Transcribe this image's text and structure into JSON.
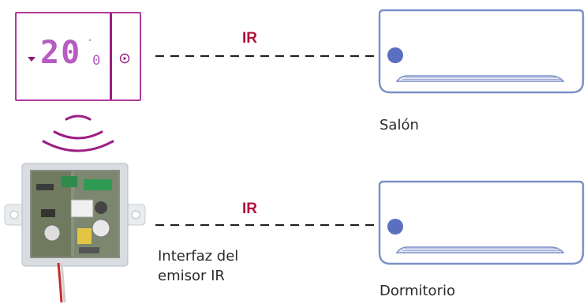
{
  "thermostat": {
    "temperature": "20",
    "decimal": "0",
    "unit": "°"
  },
  "links": [
    {
      "label": "IR"
    },
    {
      "label": "IR"
    }
  ],
  "rooms": [
    {
      "name": "Salón"
    },
    {
      "name": "Dormitorio"
    }
  ],
  "interface": {
    "label_line1": "Interfaz del",
    "label_line2": "emisor IR"
  },
  "colors": {
    "accent": "#9b1f82",
    "ir_text": "#b0103a",
    "ac_outline": "#7b8fc7",
    "ac_dot": "#5a6fc0"
  }
}
